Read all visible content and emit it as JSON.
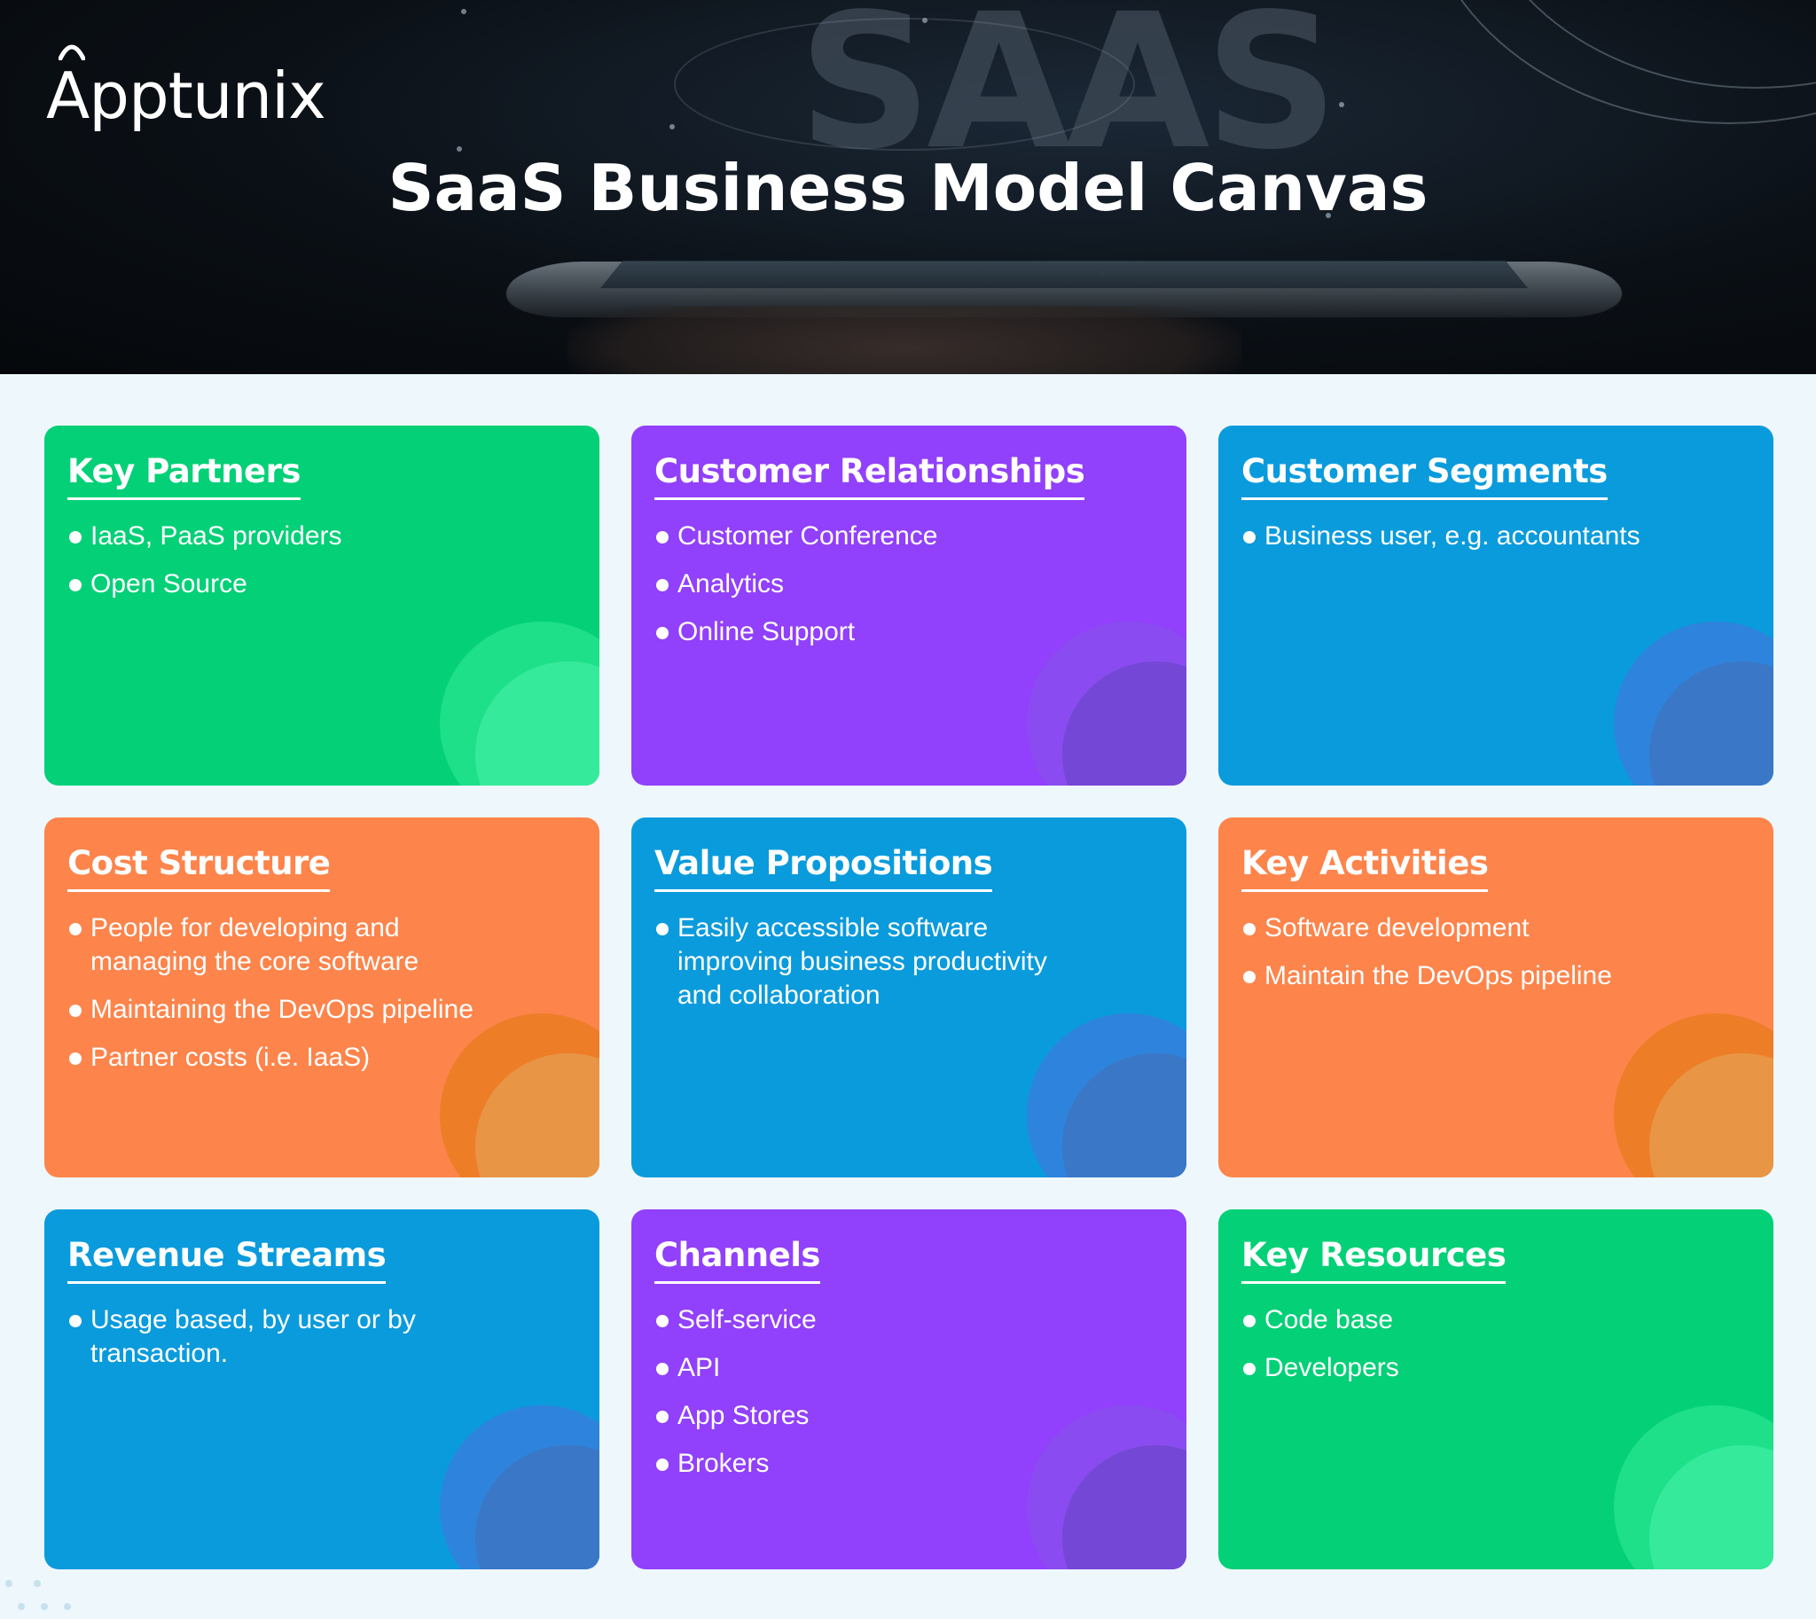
{
  "header": {
    "brand": "Apptunix",
    "background_word": "SAAS",
    "title": "SaaS Business Model Canvas"
  },
  "cards": [
    {
      "title": "Key Partners",
      "color": "green",
      "items": [
        "IaaS, PaaS providers",
        "Open Source"
      ]
    },
    {
      "title": "Customer Relationships",
      "color": "purple",
      "items": [
        "Customer Conference",
        "Analytics",
        "Online Support"
      ]
    },
    {
      "title": "Customer Segments",
      "color": "blue",
      "items": [
        "Business user, e.g. accountants"
      ]
    },
    {
      "title": "Cost Structure",
      "color": "orange",
      "items": [
        "People for developing and managing the core software",
        "Maintaining the DevOps pipeline",
        "Partner costs (i.e. IaaS)"
      ]
    },
    {
      "title": "Value Propositions",
      "color": "blue",
      "items": [
        "Easily accessible software improving business productivity and collaboration"
      ]
    },
    {
      "title": "Key Activities",
      "color": "orange",
      "items": [
        "Software development",
        "Maintain the DevOps pipeline"
      ]
    },
    {
      "title": "Revenue Streams",
      "color": "blue",
      "items": [
        "Usage based, by user or by transaction."
      ]
    },
    {
      "title": "Channels",
      "color": "purple",
      "items": [
        "Self-service",
        "API",
        "App Stores",
        "Brokers"
      ]
    },
    {
      "title": "Key Resources",
      "color": "green",
      "items": [
        "Code base",
        "Developers"
      ]
    }
  ],
  "colors": {
    "green": "#03d077",
    "purple": "#9140fb",
    "blue": "#0a9bdc",
    "orange": "#fd844b",
    "header_bg": "#0b1016",
    "page_bg": "#eef7fb"
  }
}
